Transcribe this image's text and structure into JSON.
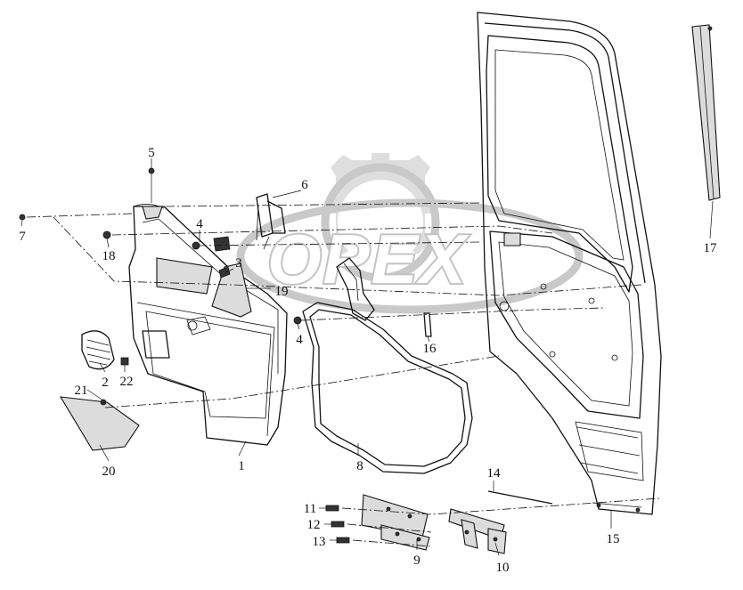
{
  "watermark": {
    "text": "OPEX"
  },
  "callouts": [
    {
      "id": "1",
      "label": "1"
    },
    {
      "id": "2",
      "label": "2"
    },
    {
      "id": "3",
      "label": "3"
    },
    {
      "id": "4a",
      "label": "4"
    },
    {
      "id": "4b",
      "label": "4"
    },
    {
      "id": "5",
      "label": "5"
    },
    {
      "id": "6",
      "label": "6"
    },
    {
      "id": "7",
      "label": "7"
    },
    {
      "id": "8",
      "label": "8"
    },
    {
      "id": "9",
      "label": "9"
    },
    {
      "id": "10",
      "label": "10"
    },
    {
      "id": "11",
      "label": "11"
    },
    {
      "id": "12",
      "label": "12"
    },
    {
      "id": "13",
      "label": "13"
    },
    {
      "id": "14",
      "label": "14"
    },
    {
      "id": "15",
      "label": "15"
    },
    {
      "id": "16",
      "label": "16"
    },
    {
      "id": "17",
      "label": "17"
    },
    {
      "id": "18",
      "label": "18"
    },
    {
      "id": "19",
      "label": "19"
    },
    {
      "id": "20",
      "label": "20"
    },
    {
      "id": "21",
      "label": "21"
    },
    {
      "id": "22",
      "label": "22"
    }
  ]
}
